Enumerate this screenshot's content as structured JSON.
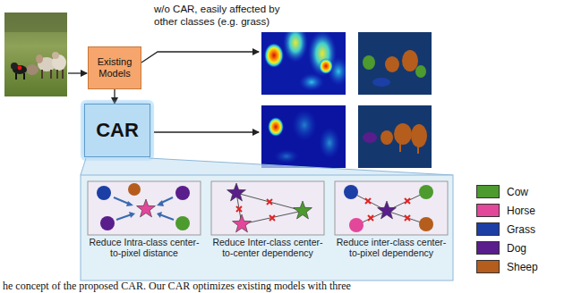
{
  "diagram": {
    "caption": "he concept of the proposed CAR. Our CAR optimizes existing models with three",
    "nodes": [
      {
        "text": [
          "Existing Models"
        ]
      },
      {
        "text": [
          "CAR"
        ]
      },
      {
        "text": [
          "Reduce Intra-class center-to-pixel distance"
        ]
      },
      {
        "text": [
          "Reduce Inter-class center-to-center dependency"
        ]
      },
      {
        "text": [
          "Reduce inter-class center-to-pixel dependency"
        ]
      }
    ],
    "edges": [
      {
        "from": 0,
        "to": 1,
        "arrow": "to"
      }
    ],
    "labels": [
      "w/o CAR, easily affected by other classes (e.g. grass)"
    ],
    "legend": [
      {
        "text": "Cow",
        "color": "#4d9a2f"
      },
      {
        "text": "Horse",
        "color": "#e2479a"
      },
      {
        "text": "Grass",
        "color": "#1c3fa6"
      },
      {
        "text": "Dog",
        "color": "#5a1d8c"
      },
      {
        "text": "Sheep",
        "color": "#b55d1c"
      }
    ]
  }
}
